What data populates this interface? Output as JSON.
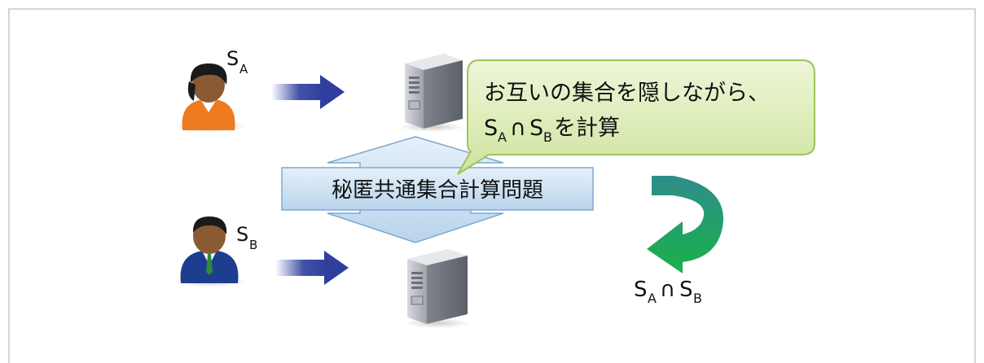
{
  "colors": {
    "frame": "#d5d5d5",
    "arrow_blue": "#2f3f9e",
    "callout_fill": "#dcebb6",
    "callout_stroke": "#9fc45a",
    "banner_fill": "#cfe3f4",
    "banner_stroke": "#7fa9cf",
    "curved_arrow_top": "#2f8c8a",
    "curved_arrow_bottom": "#1db24e",
    "shirt_a": "#f07a1e",
    "suit_b": "#1d3e8f"
  },
  "icons": {
    "user_a": "person-icon",
    "user_b": "person-icon",
    "server_a": "server-icon",
    "server_b": "server-icon",
    "result": "curved-arrow-icon"
  },
  "labels": {
    "user_a": {
      "base": "S",
      "sub": "A"
    },
    "user_b": {
      "base": "S",
      "sub": "B"
    }
  },
  "callout": {
    "line1": "お互いの集合を隠しながら、",
    "line2": {
      "s1": "S",
      "sub1": "A",
      "cap": "∩",
      "s2": "S",
      "sub2": "B",
      "tail": " を計算"
    }
  },
  "banner": {
    "label": "秘匿共通集合計算問題"
  },
  "result": {
    "s1": "S",
    "sub1": "A",
    "cap": "∩",
    "s2": "S",
    "sub2": "B"
  }
}
